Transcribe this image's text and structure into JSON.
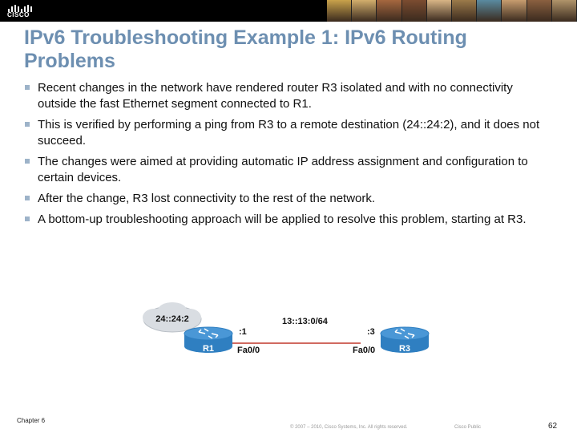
{
  "header": {
    "logo_text": "CISCO",
    "photo_tints": [
      "#c9a24b",
      "#d2ae6c",
      "#a5673f",
      "#7b4c30",
      "#d8b585",
      "#9b7a4a",
      "#5a8aa0",
      "#c79c6e",
      "#8a6040",
      "#b0946a"
    ]
  },
  "slide": {
    "title": "IPv6 Troubleshooting Example 1: IPv6 Routing Problems",
    "bullets": [
      "Recent changes in the network have rendered router R3 isolated and with no connectivity outside the fast Ethernet segment connected to R1.",
      "This is verified by performing a ping from R3 to a remote destination (24::24:2), and it does not succeed.",
      "The changes were aimed at providing automatic IP address assignment and configuration to certain devices.",
      "After the change, R3 lost connectivity to the rest of the network.",
      "A bottom-up troubleshooting approach will be applied to resolve this problem, starting at R3."
    ]
  },
  "diagram": {
    "cloud_label": "24::24:2",
    "subnet_label": "13::13:0/64",
    "r1": {
      "name": "R1",
      "host_id": ":1",
      "interface": "Fa0/0"
    },
    "r3": {
      "name": "R3",
      "host_id": ":3",
      "interface": "Fa0/0"
    },
    "link_color": "#c0392b",
    "router_color": "#2f7fc1"
  },
  "footer": {
    "chapter": "Chapter 6",
    "copyright": "© 2007 – 2010, Cisco Systems, Inc. All rights reserved.",
    "classification": "Cisco Public",
    "page": "62"
  }
}
